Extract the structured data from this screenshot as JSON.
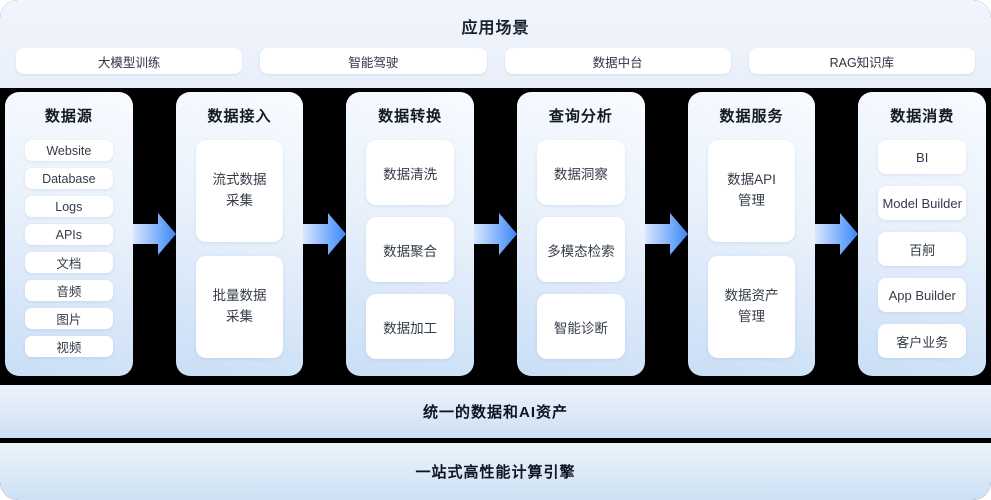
{
  "header": {
    "title": "应用场景",
    "scenarios": [
      "大模型训练",
      "智能驾驶",
      "数据中台",
      "RAG知识库"
    ]
  },
  "pipeline": {
    "columns": [
      {
        "id": "data-sources",
        "title": "数据源",
        "variant": "sm",
        "items": [
          "Website",
          "Database",
          "Logs",
          "APIs",
          "文档",
          "音频",
          "图片",
          "视频"
        ]
      },
      {
        "id": "data-ingestion",
        "title": "数据接入",
        "variant": "lg",
        "items": [
          "流式数据\n采集",
          "批量数据\n采集"
        ]
      },
      {
        "id": "data-transformation",
        "title": "数据转换",
        "variant": "md",
        "items": [
          "数据清洗",
          "数据聚合",
          "数据加工"
        ]
      },
      {
        "id": "query-analysis",
        "title": "查询分析",
        "variant": "md",
        "items": [
          "数据洞察",
          "多模态检索",
          "智能诊断"
        ]
      },
      {
        "id": "data-services",
        "title": "数据服务",
        "variant": "lg",
        "items": [
          "数据API\n管理",
          "数据资产\n管理"
        ]
      },
      {
        "id": "data-consumption",
        "title": "数据消费",
        "variant": "pill",
        "items": [
          "BI",
          "Model Builder",
          "百舸",
          "App Builder",
          "客户业务"
        ]
      }
    ]
  },
  "footer": {
    "bar1": "统一的数据和AI资产",
    "bar2": "一站式高性能计算引擎"
  },
  "icons": {
    "flow_arrow": "right-block-arrow"
  },
  "colors": {
    "accent_blue": "#3C86F7",
    "arrow_gradient_start": "#D8E8FD",
    "arrow_gradient_end": "#3C86F7",
    "band_background": "#000000",
    "card_gradient_top": "#F8FBFF",
    "card_gradient_bottom": "#C9DEF6",
    "node_background": "#FFFFFF",
    "top_band_background": "#EDF2FA",
    "bar_gradient_top": "#ECF3FB",
    "bar_gradient_bottom": "#CDE0F4"
  }
}
